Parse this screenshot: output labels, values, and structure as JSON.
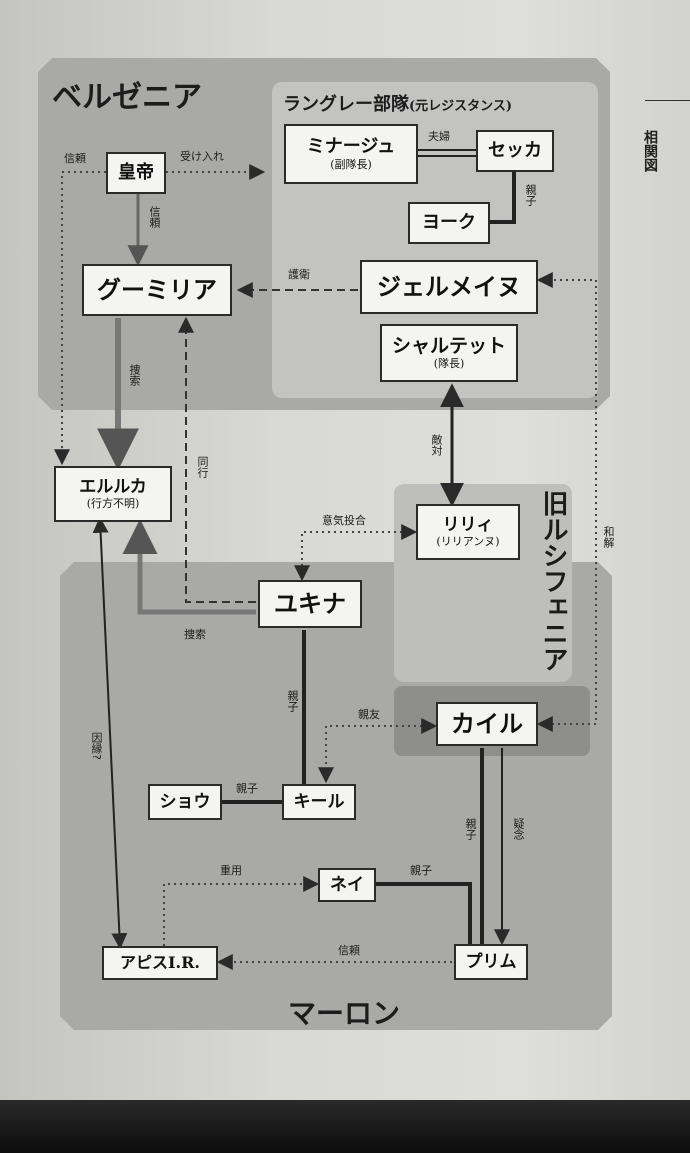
{
  "page_heading": "相関図",
  "regions": {
    "belzenia": "ベルゼニア",
    "langley": "ラングレー部隊",
    "langley_sub": "(元レジスタンス)",
    "lucifenia": "旧ルシフェニア",
    "maron": "マーロン"
  },
  "nodes": {
    "emperor": "皇帝",
    "minaju": "ミナージュ",
    "minaju_sub": "(副隊長)",
    "sekka": "セッカ",
    "yoku": "ヨーク",
    "gumiria": "グーミリア",
    "jelmeinu": "ジェルメイヌ",
    "charttette": "シャルテット",
    "charttette_sub": "(隊長)",
    "eruruka": "エルルカ",
    "eruruka_sub": "(行方不明)",
    "riliane": "リリィ",
    "riliane_sub": "(リリアンヌ)",
    "yukina": "ユキナ",
    "kyle": "カイル",
    "shou": "ショウ",
    "kiru": "キール",
    "nei": "ネイ",
    "apis": "アピスI.R.",
    "purim": "プリム"
  },
  "edges": {
    "faith1": "信頼",
    "accept": "受け入れ",
    "faith2": "信頼",
    "couple": "夫婦",
    "parent1": "親子",
    "guard": "護衛",
    "search1": "捜索",
    "accompany": "同行",
    "enemy": "敵対",
    "reconcile": "和解",
    "sympathy": "意気投合",
    "search2": "捜索",
    "fate": "因縁?",
    "parent2": "親子",
    "bestfriend": "親友",
    "parent3": "親子",
    "employ": "重用",
    "parent4": "親子",
    "parent5": "親子",
    "doubt": "疑念",
    "faith3": "信頼"
  }
}
